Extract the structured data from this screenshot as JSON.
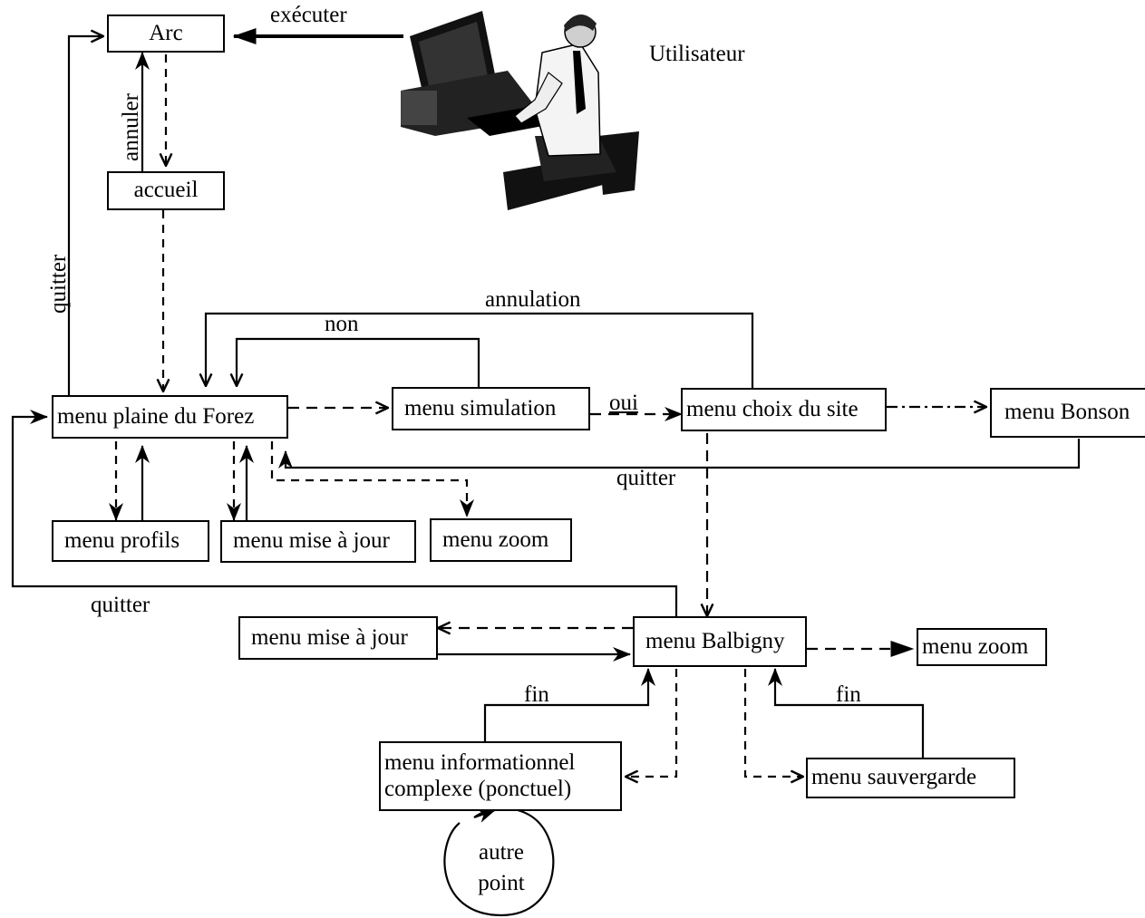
{
  "nodes": {
    "arc": "Arc",
    "accueil": "accueil",
    "utilisateur": "Utilisateur",
    "plaine": "menu plaine du Forez",
    "simulation": "menu simulation",
    "choix_site": "menu choix du site",
    "bonson": "menu Bonson",
    "profils": "menu profils",
    "maj1": "menu mise à jour",
    "zoom1": "menu zoom",
    "maj2": "menu mise à jour",
    "balbigny": "menu Balbigny",
    "zoom2": "menu zoom",
    "info_line1": "menu informationnel",
    "info_line2": "complexe (ponctuel)",
    "sauvegarde": "menu sauvergarde",
    "autre_line1": "autre",
    "autre_line2": "point"
  },
  "labels": {
    "executer": "exécuter",
    "annuler": "annuler",
    "quitter_left": "quitter",
    "annulation": "annulation",
    "non": "non",
    "oui": "oui",
    "quitter_bonson": "quitter",
    "quitter_balbigny": "quitter",
    "fin_left": "fin",
    "fin_right": "fin"
  },
  "icons": {
    "user": "computer-user-icon"
  }
}
